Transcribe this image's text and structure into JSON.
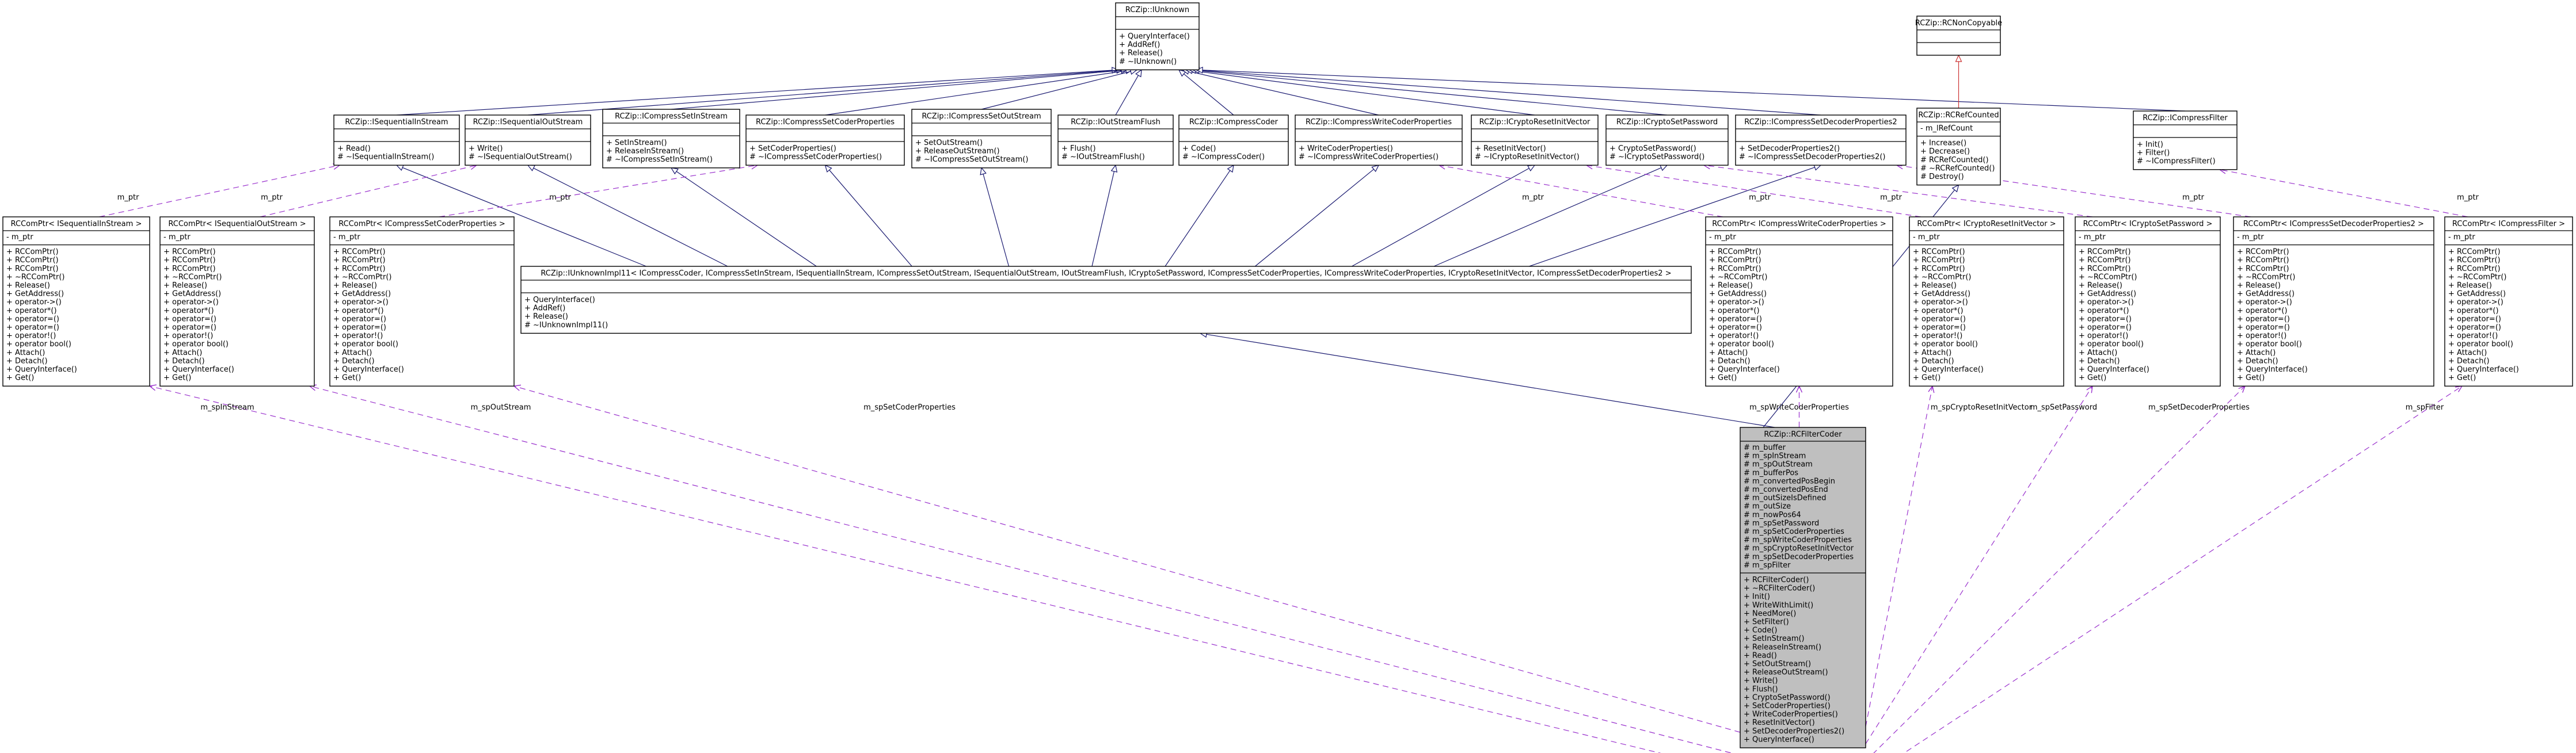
{
  "classes": {
    "unknown": {
      "title": "RCZip::IUnknown",
      "attrs": [],
      "ops": [
        "+ QueryInterface()",
        "+ AddRef()",
        "+ Release()",
        "# ~IUnknown()"
      ]
    },
    "noncopyable": {
      "title": "RCZip::RCNonCopyable",
      "attrs": [],
      "ops": []
    },
    "refcounted": {
      "title": "RCZip::RCRefCounted",
      "attrs": [
        "- m_lRefCount"
      ],
      "ops": [
        "+ Increase()",
        "+ Decrease()",
        "# RCRefCounted()",
        "# ~RCRefCounted()",
        "# Destroy()"
      ]
    },
    "seqin": {
      "title": "RCZip::ISequentialInStream",
      "attrs": [],
      "ops": [
        "+ Read()",
        "# ~ISequentialInStream()"
      ]
    },
    "seqout": {
      "title": "RCZip::ISequentialOutStream",
      "attrs": [],
      "ops": [
        "+ Write()",
        "# ~ISequentialOutStream()"
      ]
    },
    "setin": {
      "title": "RCZip::ICompressSetInStream",
      "attrs": [],
      "ops": [
        "+ SetInStream()",
        "+ ReleaseInStream()",
        "# ~ICompressSetInStream()"
      ]
    },
    "setcoderprops": {
      "title": "RCZip::ICompressSetCoderProperties",
      "attrs": [],
      "ops": [
        "+ SetCoderProperties()",
        "# ~ICompressSetCoderProperties()"
      ]
    },
    "setout": {
      "title": "RCZip::ICompressSetOutStream",
      "attrs": [],
      "ops": [
        "+ SetOutStream()",
        "+ ReleaseOutStream()",
        "# ~ICompressSetOutStream()"
      ]
    },
    "flush": {
      "title": "RCZip::IOutStreamFlush",
      "attrs": [],
      "ops": [
        "+ Flush()",
        "# ~IOutStreamFlush()"
      ]
    },
    "coder": {
      "title": "RCZip::ICompressCoder",
      "attrs": [],
      "ops": [
        "+ Code()",
        "# ~ICompressCoder()"
      ]
    },
    "writecoderprops": {
      "title": "RCZip::ICompressWriteCoderProperties",
      "attrs": [],
      "ops": [
        "+ WriteCoderProperties()",
        "# ~ICompressWriteCoderProperties()"
      ]
    },
    "cryptoreset": {
      "title": "RCZip::ICryptoResetInitVector",
      "attrs": [],
      "ops": [
        "+ ResetInitVector()",
        "# ~ICryptoResetInitVector()"
      ]
    },
    "cryptopwd": {
      "title": "RCZip::ICryptoSetPassword",
      "attrs": [],
      "ops": [
        "+ CryptoSetPassword()",
        "# ~ICryptoSetPassword()"
      ]
    },
    "setdecoderprops": {
      "title": "RCZip::ICompressSetDecoderProperties2",
      "attrs": [],
      "ops": [
        "+ SetDecoderProperties2()",
        "# ~ICompressSetDecoderProperties2()"
      ]
    },
    "compressfilter": {
      "title": "RCZip::ICompressFilter",
      "attrs": [],
      "ops": [
        "+ Init()",
        "+ Filter()",
        "# ~ICompressFilter()"
      ]
    },
    "ptr_seqin": {
      "title": "RCComPtr< ISequentialInStream >",
      "attrs": [
        "- m_ptr"
      ],
      "ops": [
        "+ RCComPtr()",
        "+ RCComPtr()",
        "+ RCComPtr()",
        "+ ~RCComPtr()",
        "+ Release()",
        "+ GetAddress()",
        "+ operator->()",
        "+ operator*()",
        "+ operator=()",
        "+ operator=()",
        "+ operator!()",
        "+ operator bool()",
        "+ Attach()",
        "+ Detach()",
        "+ QueryInterface()",
        "+ Get()"
      ]
    },
    "ptr_seqout": {
      "title": "RCComPtr< ISequentialOutStream >",
      "attrs": [
        "- m_ptr"
      ],
      "ops": [
        "+ RCComPtr()",
        "+ RCComPtr()",
        "+ RCComPtr()",
        "+ ~RCComPtr()",
        "+ Release()",
        "+ GetAddress()",
        "+ operator->()",
        "+ operator*()",
        "+ operator=()",
        "+ operator=()",
        "+ operator!()",
        "+ operator bool()",
        "+ Attach()",
        "+ Detach()",
        "+ QueryInterface()",
        "+ Get()"
      ]
    },
    "ptr_setcoderprops": {
      "title": "RCComPtr< ICompressSetCoderProperties >",
      "attrs": [
        "- m_ptr"
      ],
      "ops": [
        "+ RCComPtr()",
        "+ RCComPtr()",
        "+ RCComPtr()",
        "+ ~RCComPtr()",
        "+ Release()",
        "+ GetAddress()",
        "+ operator->()",
        "+ operator*()",
        "+ operator=()",
        "+ operator=()",
        "+ operator!()",
        "+ operator bool()",
        "+ Attach()",
        "+ Detach()",
        "+ QueryInterface()",
        "+ Get()"
      ]
    },
    "impl": {
      "title": "RCZip::IUnknownImpl11< ICompressCoder, ICompressSetInStream, ISequentialInStream, ICompressSetOutStream, ISequentialOutStream, IOutStreamFlush, ICryptoSetPassword, ICompressSetCoderProperties, ICompressWriteCoderProperties, ICryptoResetInitVector, ICompressSetDecoderProperties2 >",
      "attrs": [],
      "ops": [
        "+ QueryInterface()",
        "+ AddRef()",
        "+ Release()",
        "# ~IUnknownImpl11()"
      ]
    },
    "ptr_writecoderprops": {
      "title": "RCComPtr< ICompressWriteCoderProperties >",
      "attrs": [
        "- m_ptr"
      ],
      "ops": [
        "+ RCComPtr()",
        "+ RCComPtr()",
        "+ RCComPtr()",
        "+ ~RCComPtr()",
        "+ Release()",
        "+ GetAddress()",
        "+ operator->()",
        "+ operator*()",
        "+ operator=()",
        "+ operator=()",
        "+ operator!()",
        "+ operator bool()",
        "+ Attach()",
        "+ Detach()",
        "+ QueryInterface()",
        "+ Get()"
      ]
    },
    "ptr_cryptoreset": {
      "title": "RCComPtr< ICryptoResetInitVector >",
      "attrs": [
        "- m_ptr"
      ],
      "ops": [
        "+ RCComPtr()",
        "+ RCComPtr()",
        "+ RCComPtr()",
        "+ ~RCComPtr()",
        "+ Release()",
        "+ GetAddress()",
        "+ operator->()",
        "+ operator*()",
        "+ operator=()",
        "+ operator=()",
        "+ operator!()",
        "+ operator bool()",
        "+ Attach()",
        "+ Detach()",
        "+ QueryInterface()",
        "+ Get()"
      ]
    },
    "ptr_cryptopwd": {
      "title": "RCComPtr< ICryptoSetPassword >",
      "attrs": [
        "- m_ptr"
      ],
      "ops": [
        "+ RCComPtr()",
        "+ RCComPtr()",
        "+ RCComPtr()",
        "+ ~RCComPtr()",
        "+ Release()",
        "+ GetAddress()",
        "+ operator->()",
        "+ operator*()",
        "+ operator=()",
        "+ operator=()",
        "+ operator!()",
        "+ operator bool()",
        "+ Attach()",
        "+ Detach()",
        "+ QueryInterface()",
        "+ Get()"
      ]
    },
    "ptr_setdecoderprops": {
      "title": "RCComPtr< ICompressSetDecoderProperties2 >",
      "attrs": [
        "- m_ptr"
      ],
      "ops": [
        "+ RCComPtr()",
        "+ RCComPtr()",
        "+ RCComPtr()",
        "+ ~RCComPtr()",
        "+ Release()",
        "+ GetAddress()",
        "+ operator->()",
        "+ operator*()",
        "+ operator=()",
        "+ operator=()",
        "+ operator!()",
        "+ operator bool()",
        "+ Attach()",
        "+ Detach()",
        "+ QueryInterface()",
        "+ Get()"
      ]
    },
    "ptr_compressfilter": {
      "title": "RCComPtr< ICompressFilter >",
      "attrs": [
        "- m_ptr"
      ],
      "ops": [
        "+ RCComPtr()",
        "+ RCComPtr()",
        "+ RCComPtr()",
        "+ ~RCComPtr()",
        "+ Release()",
        "+ GetAddress()",
        "+ operator->()",
        "+ operator*()",
        "+ operator=()",
        "+ operator=()",
        "+ operator!()",
        "+ operator bool()",
        "+ Attach()",
        "+ Detach()",
        "+ QueryInterface()",
        "+ Get()"
      ]
    },
    "filtercoder": {
      "title": "RCZip::RCFilterCoder",
      "attrs": [
        "# m_buffer",
        "# m_spInStream",
        "# m_spOutStream",
        "# m_bufferPos",
        "# m_convertedPosBegin",
        "# m_convertedPosEnd",
        "# m_outSizeIsDefined",
        "# m_outSize",
        "# m_nowPos64",
        "# m_spSetPassword",
        "# m_spSetCoderProperties",
        "# m_spWriteCoderProperties",
        "# m_spCryptoResetInitVector",
        "# m_spSetDecoderProperties",
        "# m_spFilter"
      ],
      "ops": [
        "+ RCFilterCoder()",
        "+ ~RCFilterCoder()",
        "+ Init()",
        "+ WriteWithLimit()",
        "+ NeedMore()",
        "+ SetFilter()",
        "+ Code()",
        "+ SetInStream()",
        "+ ReleaseInStream()",
        "+ Read()",
        "+ SetOutStream()",
        "+ ReleaseOutStream()",
        "+ Write()",
        "+ Flush()",
        "+ CryptoSetPassword()",
        "+ SetCoderProperties()",
        "+ WriteCoderProperties()",
        "+ ResetInitVector()",
        "+ SetDecoderProperties2()",
        "+ QueryInterface()"
      ]
    }
  },
  "edge_labels": {
    "m_ptr": "m_ptr",
    "m_spInStream": "m_spInStream",
    "m_spOutStream": "m_spOutStream",
    "m_spSetCoderProperties": "m_spSetCoderProperties",
    "m_spWriteCoderProperties": "m_spWriteCoderProperties",
    "m_spCryptoResetInitVector": "m_spCryptoResetInitVector",
    "m_spSetPassword": "m_spSetPassword",
    "m_spSetDecoderProperties": "m_spSetDecoderProperties",
    "m_spFilter": "m_spFilter"
  },
  "colors": {
    "inheritance": "#191970",
    "usage": "#9a32cd",
    "template": "#cc3333",
    "focus_fill": "#bfbfbf"
  }
}
